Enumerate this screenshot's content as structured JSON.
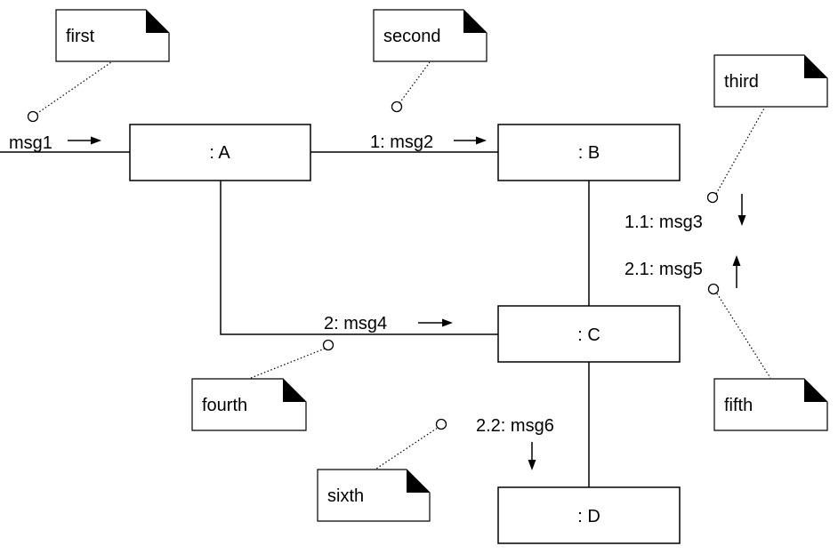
{
  "objects": {
    "a": ": A",
    "b": ": B",
    "c": ": C",
    "d": ": D"
  },
  "messages": {
    "msg1": "msg1",
    "msg2": "1: msg2",
    "msg3": "1.1: msg3",
    "msg4": "2: msg4",
    "msg5": "2.1: msg5",
    "msg6": "2.2: msg6"
  },
  "notes": {
    "first": "first",
    "second": "second",
    "third": "third",
    "fourth": "fourth",
    "fifth": "fifth",
    "sixth": "sixth"
  }
}
